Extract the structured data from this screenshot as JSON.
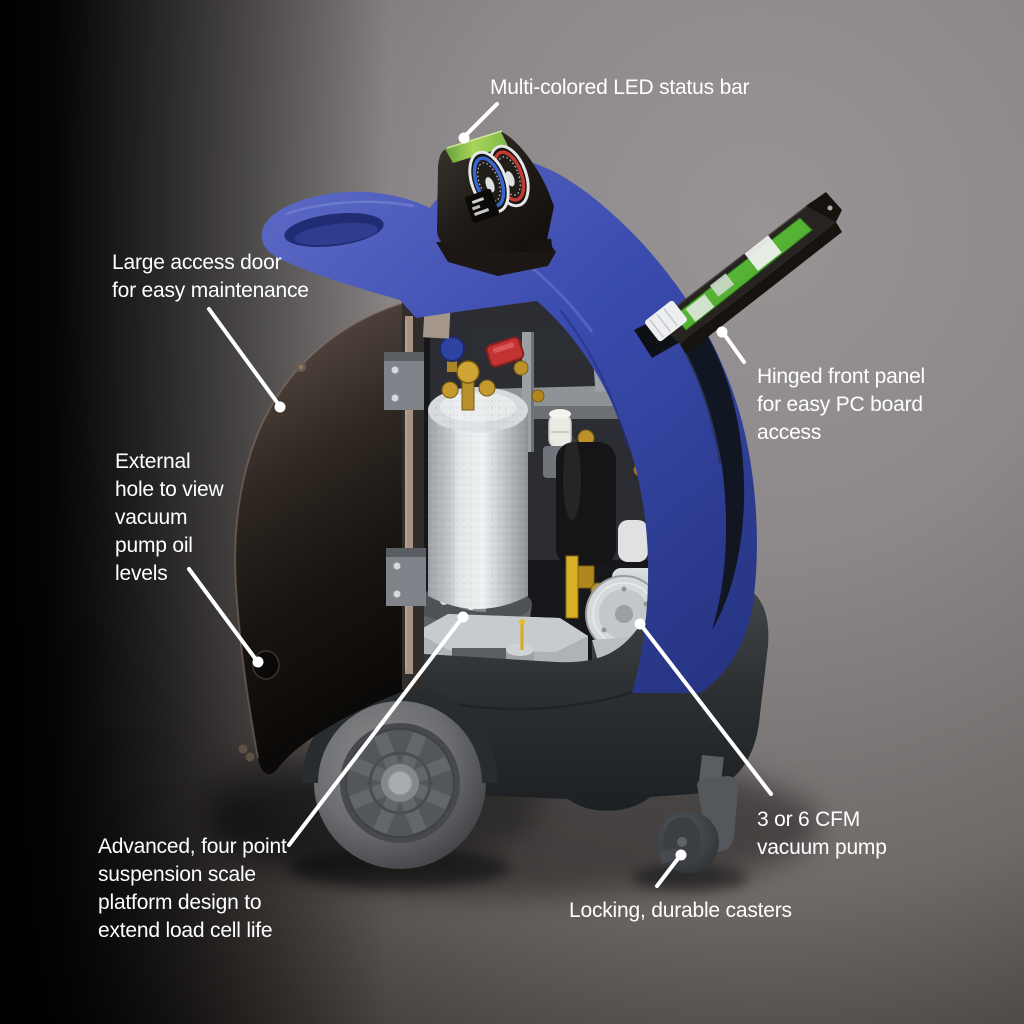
{
  "figure": {
    "type": "annotated-product-diagram",
    "subject": "Refrigerant recovery machine cutaway with feature callouts",
    "callouts": {
      "led_status_bar": "Multi-colored LED status bar",
      "access_door": "Large access door\nfor easy maintenance",
      "oil_view_hole": "External\nhole to view\nvacuum\npump oil\nlevels",
      "hinged_panel": "Hinged front panel\nfor easy PC board\naccess",
      "scale_platform": "Advanced, four point\nsuspension scale\nplatform design to\nextend load cell life",
      "vacuum_pump": "3 or 6 CFM\nvacuum pump",
      "casters": "Locking, durable casters"
    },
    "colors": {
      "label_text": "#ffffff",
      "leader_line": "#ffffff",
      "machine_blue": "#3a4cac",
      "machine_blue_dark": "#273584",
      "pcb_green": "#5fc23c",
      "led_green": "#8cc152",
      "gauge_red": "#c43a34",
      "gauge_blue": "#3766cc",
      "tank_gray": "#d3d7da",
      "base_charcoal": "#2b2e31",
      "background_gray": "#8e8a8b"
    }
  }
}
